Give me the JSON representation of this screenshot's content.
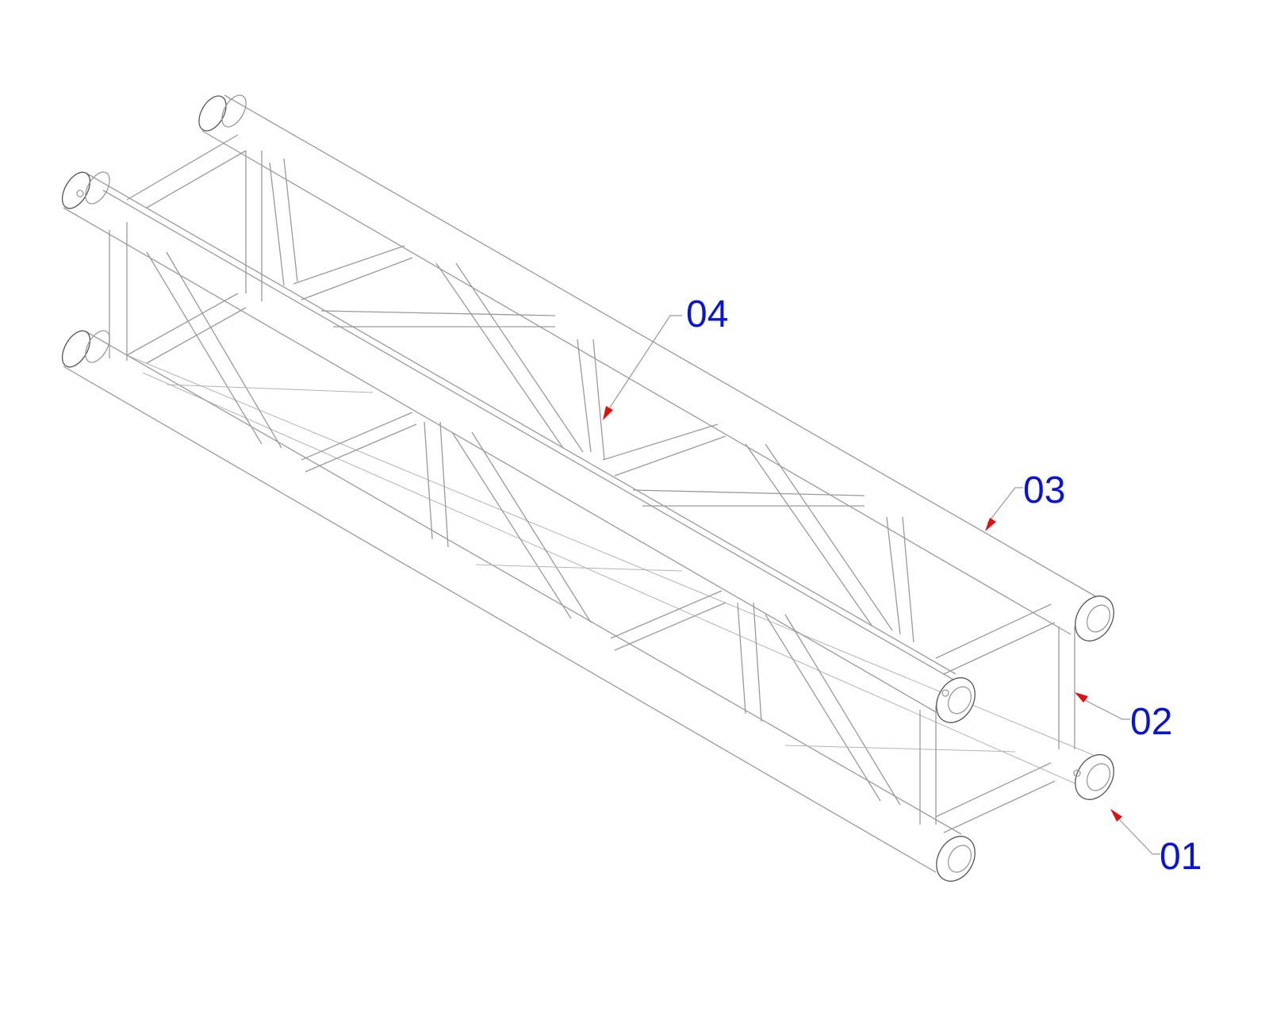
{
  "diagram": {
    "colors": {
      "label": "#0a14d6",
      "arrow": "#e01010",
      "outline": "#9a9a9a",
      "background": "#ffffff"
    },
    "callouts": [
      {
        "id": "01",
        "label": "01"
      },
      {
        "id": "02",
        "label": "02"
      },
      {
        "id": "03",
        "label": "03"
      },
      {
        "id": "04",
        "label": "04"
      }
    ]
  }
}
